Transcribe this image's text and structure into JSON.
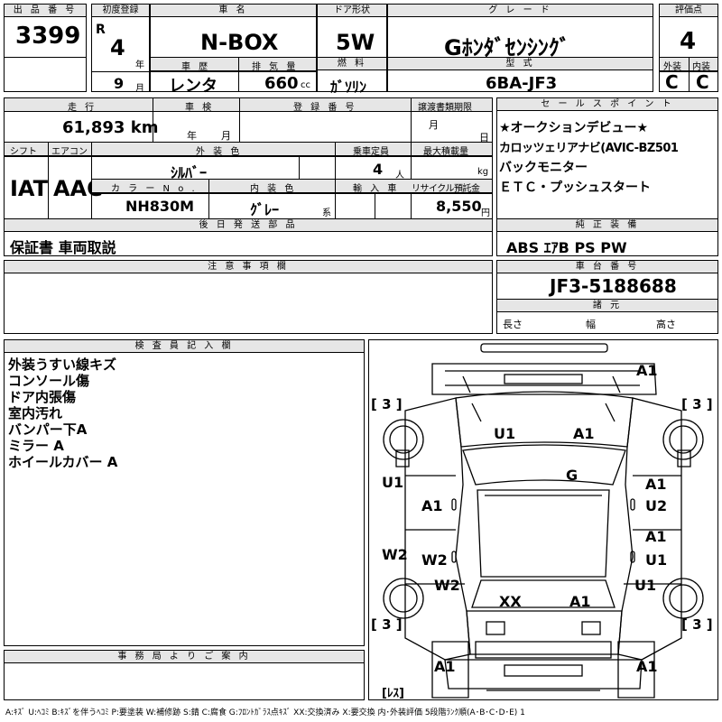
{
  "header": {
    "lot_label": "出 品 番 号",
    "lot_no": "3399",
    "first_reg_label": "初度登録",
    "era": "R",
    "year": "4",
    "year_unit": "年",
    "month": "9",
    "month_unit": "月",
    "car_name_label": "車 名",
    "car_name": "N-BOX",
    "door_label": "ドア形状",
    "door": "5W",
    "grade_label": "グ レ ー ド",
    "grade": "Gﾎﾝﾀﾞｾﾝｼﾝｸﾞ",
    "score_label": "評価点",
    "score": "4",
    "history_label": "車 歴",
    "history": "レンタ",
    "displacement_label": "排 気 量",
    "displacement": "660",
    "displacement_unit": "cc",
    "fuel_label": "燃 料",
    "fuel": "ｶﾞｿﾘﾝ",
    "model_label": "型 式",
    "model": "6BA-JF3",
    "exterior_label": "外装",
    "exterior": "C",
    "interior_label": "内装",
    "interior": "C"
  },
  "specs": {
    "mileage_label": "走 行",
    "mileage": "61,893 km",
    "inspection_label": "車 検",
    "inspection_year": "年",
    "inspection_month": "月",
    "reg_no_label": "登 録 番 号",
    "transfer_label": "譲渡書類期限",
    "transfer_month": "月",
    "transfer_day": "日",
    "shift_label": "シフト",
    "shift": "IAT",
    "ac_label": "エアコン",
    "ac": "AAC",
    "color_label": "外 装 色",
    "color": "ｼﾙﾊﾞｰ",
    "capacity_label": "乗車定員",
    "capacity": "4",
    "capacity_unit": "人",
    "load_label": "最大積載量",
    "load_unit": "kg",
    "color_no_label": "カ ラ ー N o .",
    "color_no": "NH830M",
    "int_color_label": "内 装 色",
    "int_color": "ｸﾞﾚｰ",
    "int_color_unit": "系",
    "import_label": "輸 入 車",
    "recycle_label": "リサイクル預託金",
    "recycle": "8,550",
    "recycle_unit": "円",
    "later_label": "後 日 発 送 部 品",
    "later": "保証書 車両取説"
  },
  "selling_points": {
    "label": "セ ー ル ス ポ イ ン ト",
    "items": [
      "★オークションデビュー★",
      "カロッツェリアナビ(AVIC-BZ501",
      "バックモニター",
      "ＥＴＣ・プッシュスタート"
    ]
  },
  "equipment": {
    "label": "純 正 装 備",
    "value": "ABS ｴｱB PS PW"
  },
  "notes": {
    "label": "注 意 事 項 欄"
  },
  "chassis": {
    "label": "車 台 番 号",
    "value": "JF3-5188688",
    "dims_label": "諸 元",
    "length": "長さ",
    "width": "幅",
    "height": "高さ"
  },
  "inspector": {
    "label": "検 査 員 記 入 欄",
    "lines": [
      "外装うすい線キズ",
      "コンソール傷",
      "ドア内張傷",
      "室内汚れ",
      "バンパー下A",
      "ミラー A",
      "ホイールカバー A"
    ]
  },
  "office": {
    "label": "事 務 局 よ り ご 案 内"
  },
  "diagram": {
    "bracket_tl": "[ 3 ]",
    "bracket_tr": "[ 3 ]",
    "bracket_bl": "[ 3 ]",
    "bracket_br": "[ 3 ]",
    "rescue": "[ﾚｽ]",
    "marks": {
      "front_right_top": "A1",
      "hood_left": "U1",
      "hood_right": "A1",
      "roof": "G",
      "left_fender": "U1",
      "left_door_front": "A1",
      "right_door_front1": "A1",
      "right_door_front2": "U2",
      "right_door_rear1": "A1",
      "right_door_rear2": "U1",
      "left_wheel_rear": "W2",
      "left_door_rear": "W2",
      "left_quarter": "W2",
      "right_quarter": "U1",
      "tail_left": "XX",
      "tail_right": "A1",
      "bumper_left": "A1",
      "bumper_right": "A1"
    }
  },
  "legend": "A:ｷｽﾞ U:ﾍｺﾐ B:ｷｽﾞを伴うﾍｺﾐ P:要塗装 W:補修跡 S:錆 C:腐食 G:ﾌﾛﾝﾄｶﾞﾗｽ点ｷｽﾞ XX:交換済み X:要交換 内･外装評価 5段階ﾗﾝｸ順(A･B･C･D･E) 1"
}
